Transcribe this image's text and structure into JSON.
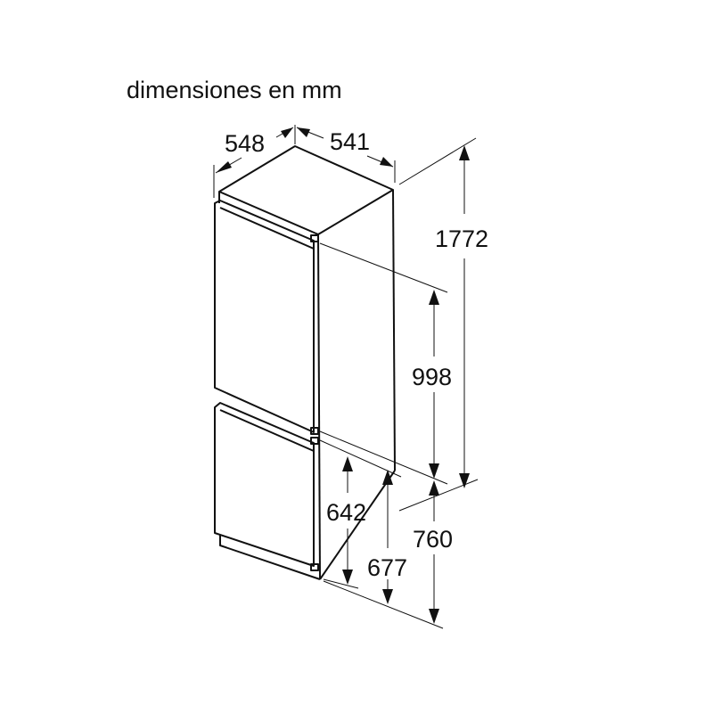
{
  "title": "dimensiones en mm",
  "dimensions": {
    "depth": "548",
    "width": "541",
    "total_height": "1772",
    "upper_door_height": "998",
    "lower_door_height": "642",
    "lower_section_height": "677",
    "niche_lower_height": "760"
  }
}
